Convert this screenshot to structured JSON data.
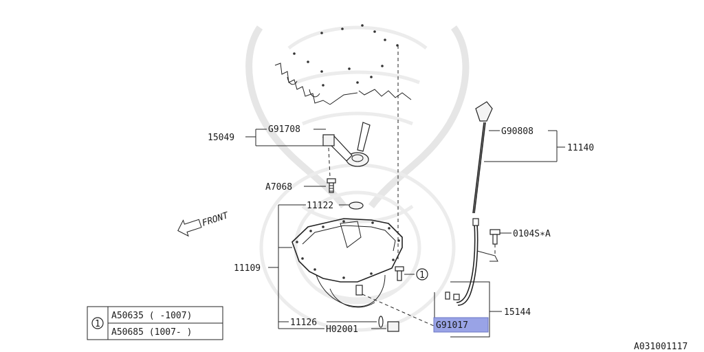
{
  "colors": {
    "ink": "#222222",
    "highlight": "#99a3e6",
    "highlight_border": "#6a74c4",
    "watermark": "#e6e6e6"
  },
  "diagram_id": "A031001117",
  "front_label": "FRONT",
  "parts": {
    "p15049": "15049",
    "g91708": "G91708",
    "a7068": "A7068",
    "g90808": "G90808",
    "p11140": "11140",
    "p11122": "11122",
    "p0104s": "0104S∗A",
    "p11109": "11109",
    "p15144": "15144",
    "p11126": "11126",
    "h02001": "H02001",
    "g91017": "G91017",
    "ref1": "1"
  },
  "legend": {
    "symbol": "1",
    "rows": [
      "A50635 ( -1007)",
      "A50685 (1007- )"
    ]
  }
}
